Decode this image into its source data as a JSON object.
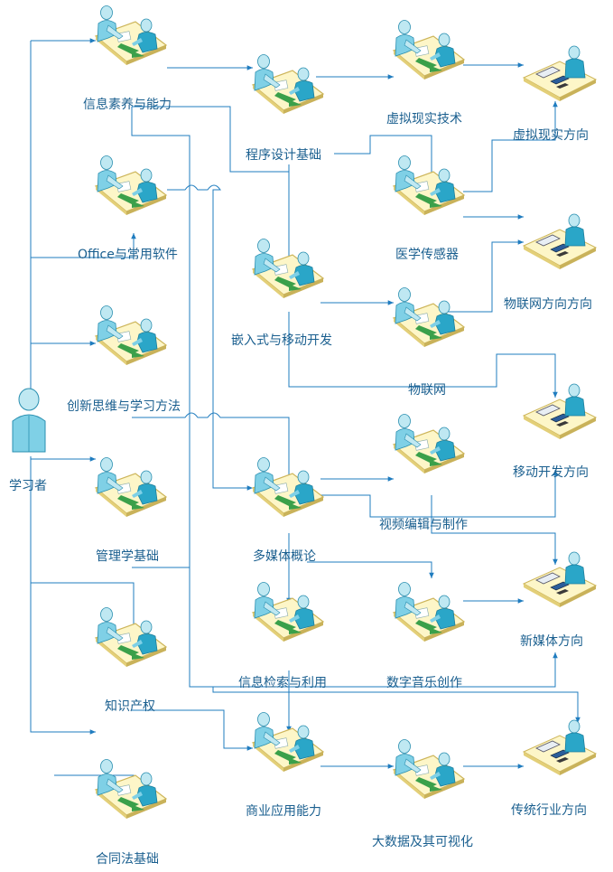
{
  "diagram": {
    "learner": {
      "label": "学习者"
    },
    "courses": [
      {
        "id": "info-literacy",
        "label": "信息素养与能力"
      },
      {
        "id": "office",
        "label": "Office与常用软件"
      },
      {
        "id": "innovation",
        "label": "创新思维与学习方法"
      },
      {
        "id": "management",
        "label": "管理学基础"
      },
      {
        "id": "ip",
        "label": "知识产权"
      },
      {
        "id": "contract-law",
        "label": "合同法基础"
      },
      {
        "id": "programming",
        "label": "程序设计基础"
      },
      {
        "id": "embedded",
        "label": "嵌入式与移动开发"
      },
      {
        "id": "multimedia",
        "label": "多媒体概论"
      },
      {
        "id": "info-retrieval",
        "label": "信息检索与利用"
      },
      {
        "id": "business",
        "label": "商业应用能力"
      },
      {
        "id": "vr-tech",
        "label": "虚拟现实技术"
      },
      {
        "id": "medical-sensor",
        "label": "医学传感器"
      },
      {
        "id": "iot",
        "label": "物联网"
      },
      {
        "id": "video-editing",
        "label": "视频编辑与制作"
      },
      {
        "id": "digital-music",
        "label": "数字音乐创作"
      },
      {
        "id": "big-data",
        "label": "大数据及其可视化"
      }
    ],
    "directions": [
      {
        "id": "vr-direction",
        "label": "虚拟现实方向"
      },
      {
        "id": "iot-direction",
        "label": "物联网方向方向"
      },
      {
        "id": "mobile-direction",
        "label": "移动开发方向"
      },
      {
        "id": "new-media-direction",
        "label": "新媒体方向"
      },
      {
        "id": "traditional-direction",
        "label": "传统行业方向"
      }
    ]
  },
  "colors": {
    "line": "#1f7cbf",
    "label": "#1a5f8f",
    "person_light": "#bfe8f2",
    "person_dark": "#2aa6c8",
    "desk": "#fdf6c8",
    "desk_edge": "#cdb55a",
    "arrow": "#3aa04a",
    "computer": "#2b5d9a"
  },
  "icons": {
    "course": "meeting-desk-icon",
    "direction": "workstation-icon",
    "learner": "person-icon"
  }
}
